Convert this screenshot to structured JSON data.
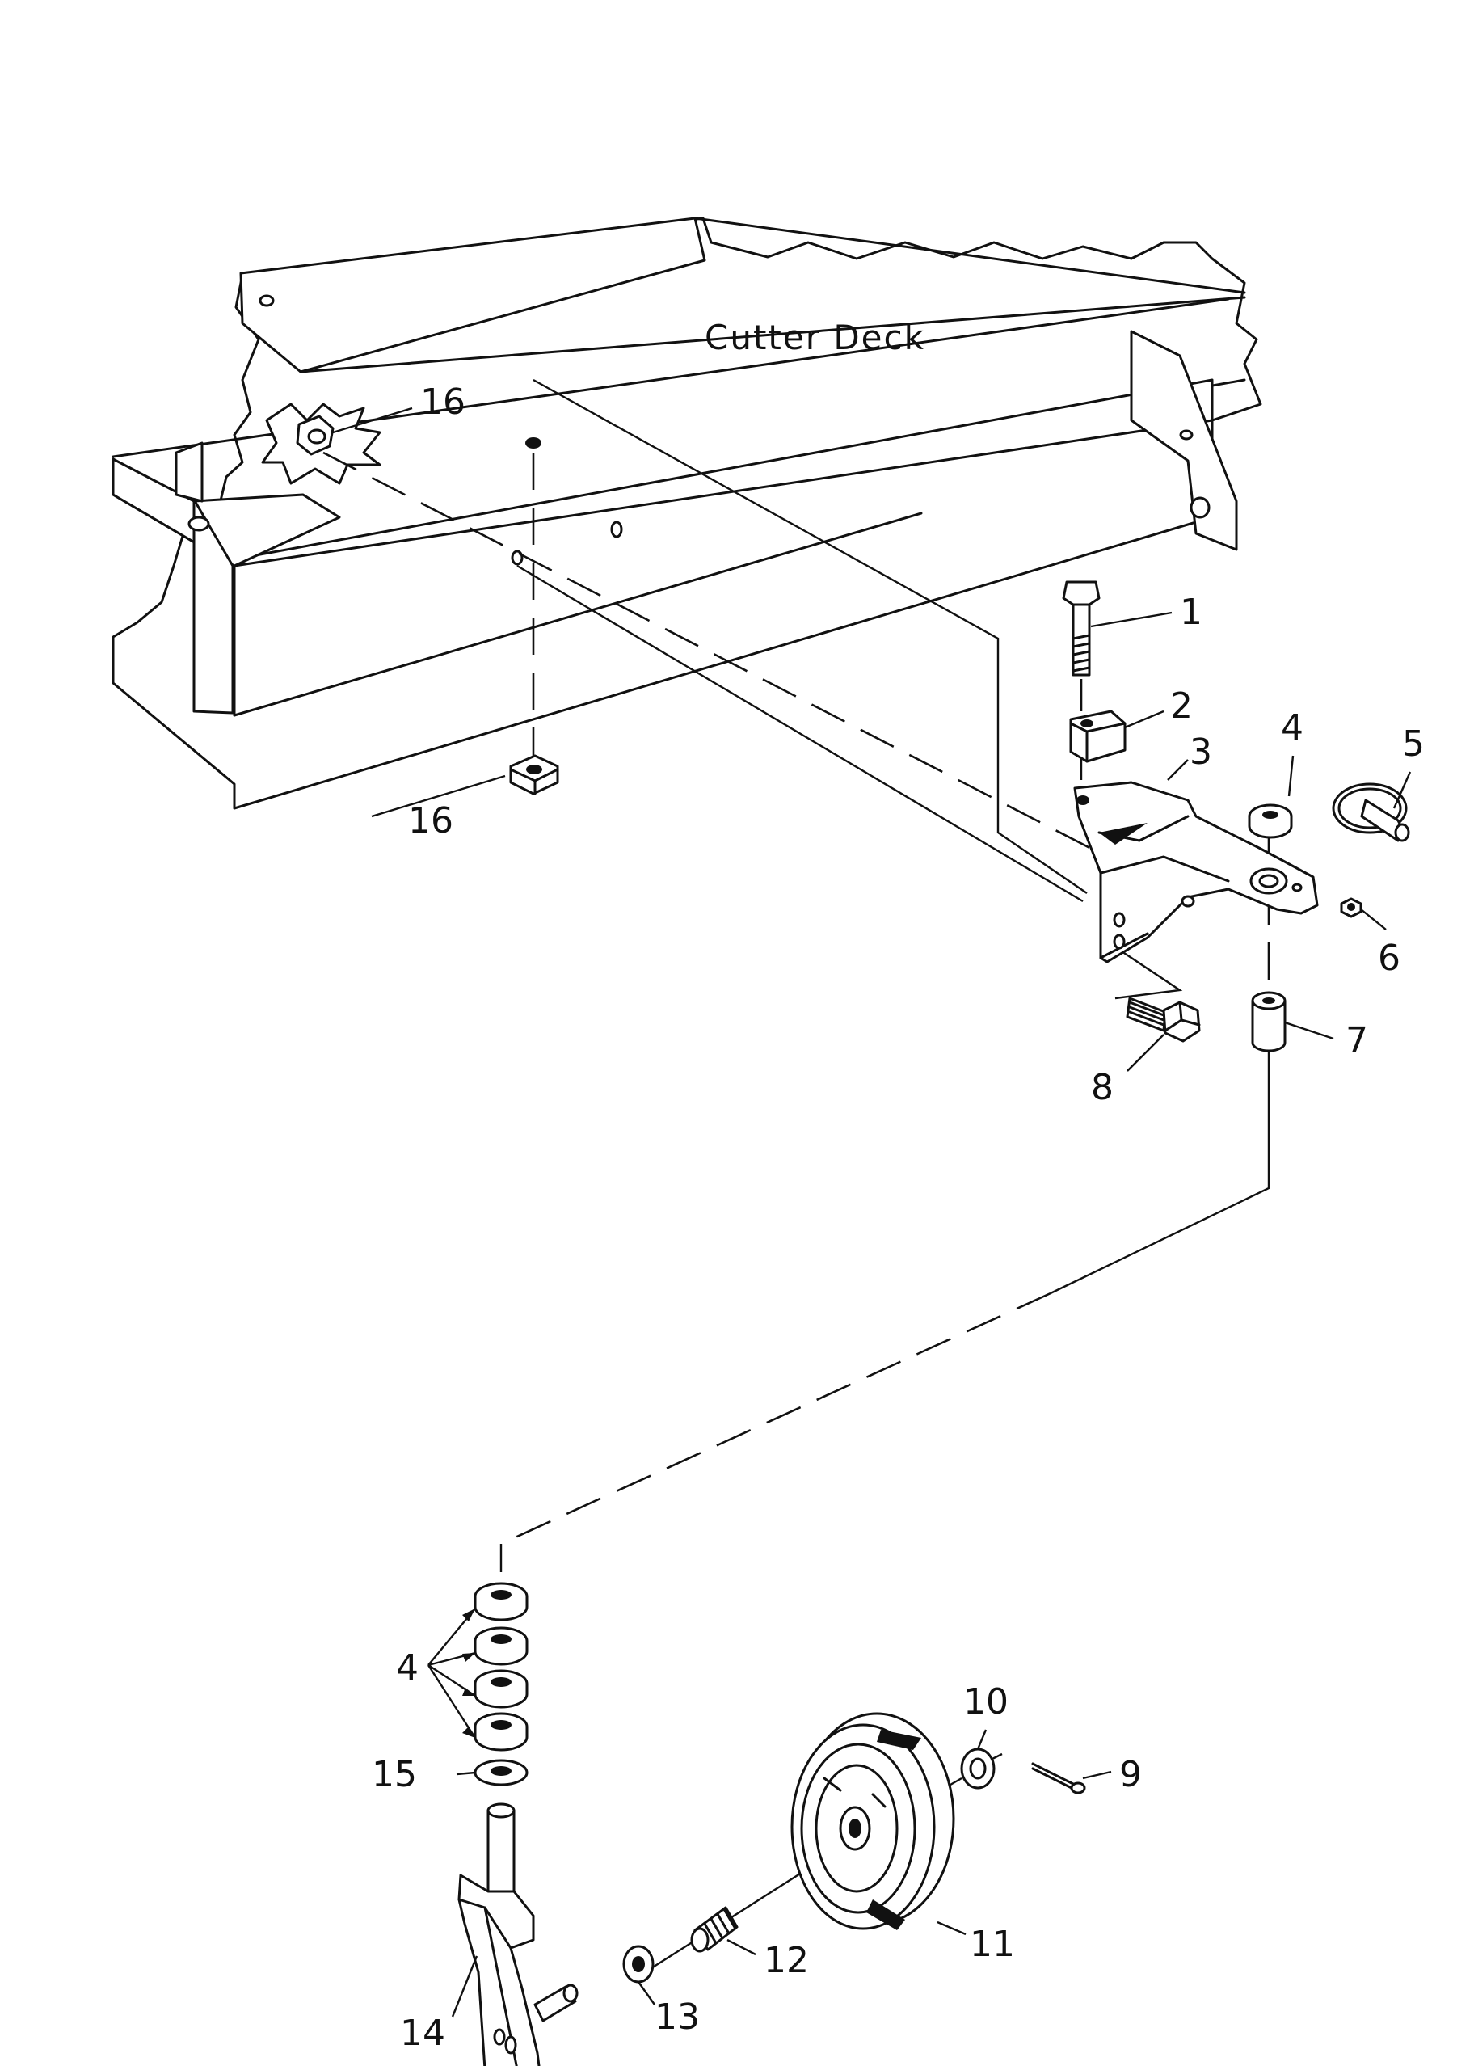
{
  "diagram": {
    "title": "Cutter Deck",
    "parts": [
      {
        "id": "1",
        "label": "1"
      },
      {
        "id": "2",
        "label": "2"
      },
      {
        "id": "3",
        "label": "3"
      },
      {
        "id": "4a",
        "label": "4"
      },
      {
        "id": "5",
        "label": "5"
      },
      {
        "id": "6",
        "label": "6"
      },
      {
        "id": "7",
        "label": "7"
      },
      {
        "id": "8",
        "label": "8"
      },
      {
        "id": "9",
        "label": "9"
      },
      {
        "id": "10",
        "label": "10"
      },
      {
        "id": "11",
        "label": "11"
      },
      {
        "id": "12",
        "label": "12"
      },
      {
        "id": "13",
        "label": "13"
      },
      {
        "id": "14",
        "label": "14"
      },
      {
        "id": "4b",
        "label": "4"
      },
      {
        "id": "15",
        "label": "15"
      },
      {
        "id": "16a",
        "label": "16"
      },
      {
        "id": "16b",
        "label": "16"
      }
    ]
  }
}
